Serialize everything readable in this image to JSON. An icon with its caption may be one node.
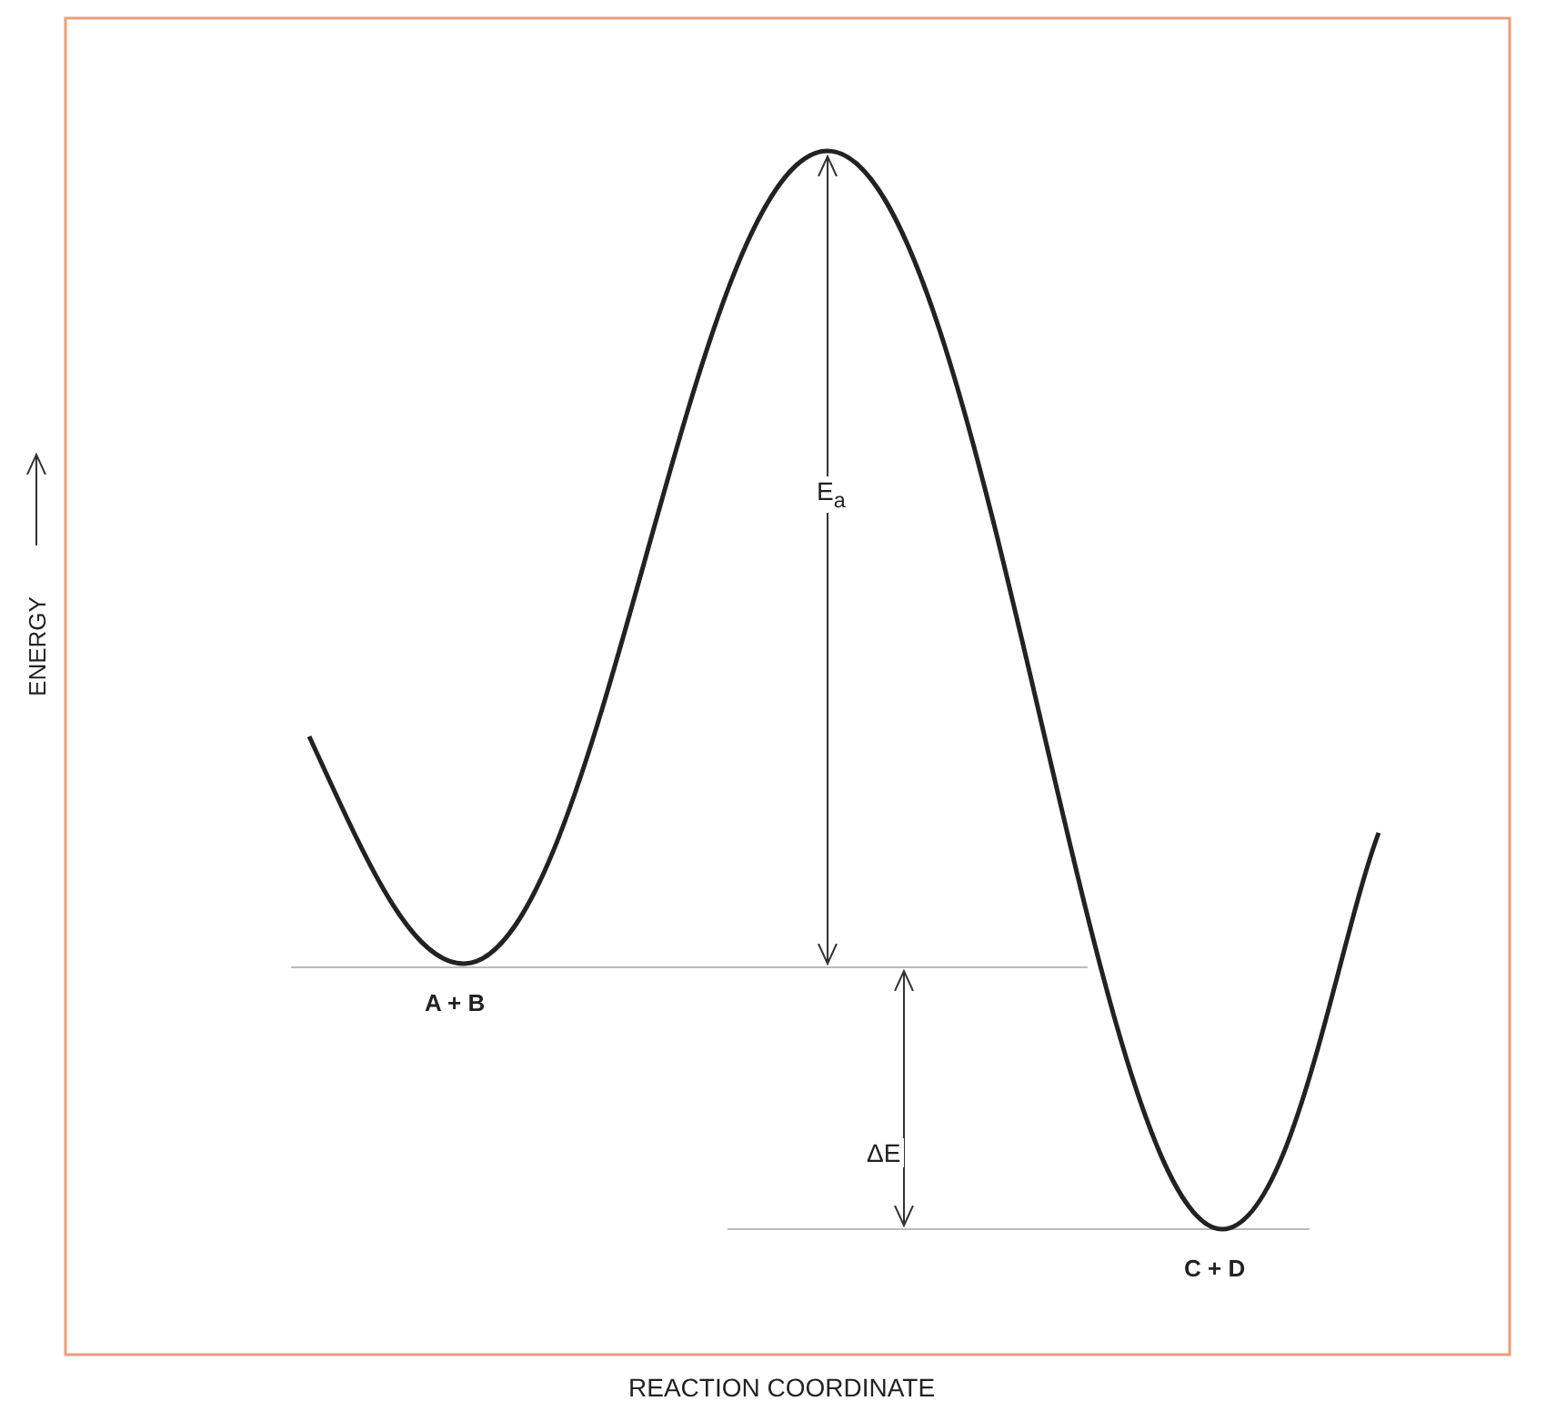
{
  "diagram": {
    "labels": [
      "ENERGY",
      "E$_{a}$",
      "A + B",
      "ΔE",
      "C + D",
      "REACTION COORDINATE"
    ]
  }
}
